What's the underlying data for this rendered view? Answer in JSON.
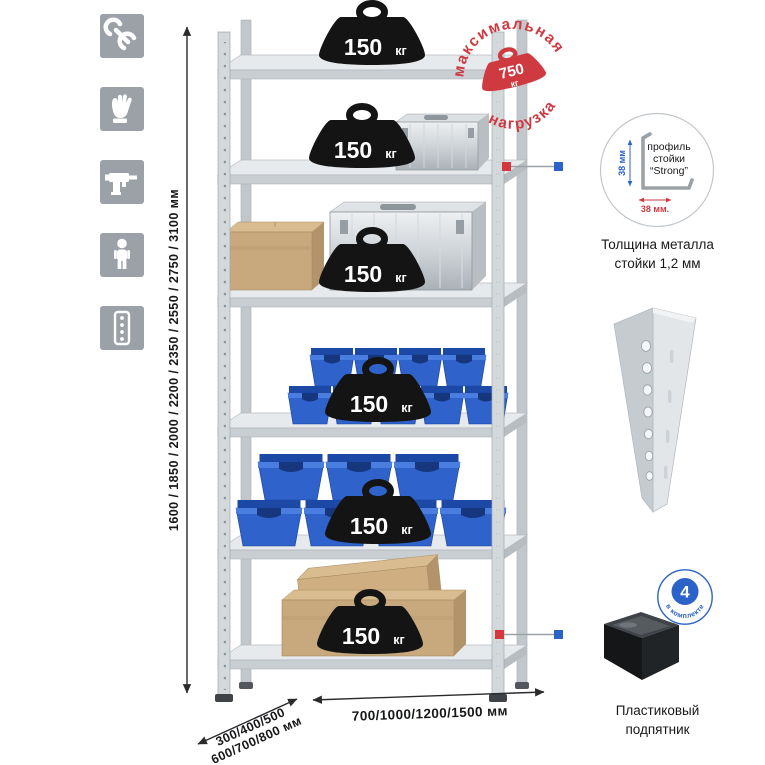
{
  "colors": {
    "accent_red": "#d6373e",
    "accent_blue": "#2c63c8",
    "stamp_red": "#cf3a41",
    "icon_tile_gray": "#9ba1a6",
    "metal_light": "#e7eaec",
    "bin_blue": "#2f63cb",
    "cardboard": "#c8a97d"
  },
  "side_icons": [
    {
      "name": "wrench-icon"
    },
    {
      "name": "gloves-icon"
    },
    {
      "name": "drill-icon"
    },
    {
      "name": "person-icon"
    },
    {
      "name": "rack-post-icon"
    }
  ],
  "dims": {
    "height": "1600 / 1850 / 2000 / 2200 / 2350 / 2550 / 2750 / 3100 мм",
    "depth_line1": "300/400/500",
    "depth_line2": "600/700/800 мм",
    "width": "700/1000/1200/1500 мм"
  },
  "shelves": [
    {
      "load_value": "150",
      "load_unit": "кг"
    },
    {
      "load_value": "150",
      "load_unit": "кг"
    },
    {
      "load_value": "150",
      "load_unit": "кг"
    },
    {
      "load_value": "150",
      "load_unit": "кг"
    },
    {
      "load_value": "150",
      "load_unit": "кг"
    },
    {
      "load_value": "150",
      "load_unit": "кг"
    }
  ],
  "max_load_stamp": {
    "arc_top": "максимальная",
    "arc_bottom": "нагрузка",
    "value": "750",
    "unit": "кг"
  },
  "profile_callout": {
    "label_line1": "профиль",
    "label_line2": "стойки",
    "label_line3": "“Strong”",
    "dim_vertical": "38 мм",
    "dim_horizontal": "38 мм.",
    "caption_line1": "Толщина металла",
    "caption_line2": "стойки 1,2 мм"
  },
  "foot_callout": {
    "badge_value": "4",
    "badge_text": "в комплекте",
    "caption_line1": "Пластиковый",
    "caption_line2": "подпятник"
  }
}
